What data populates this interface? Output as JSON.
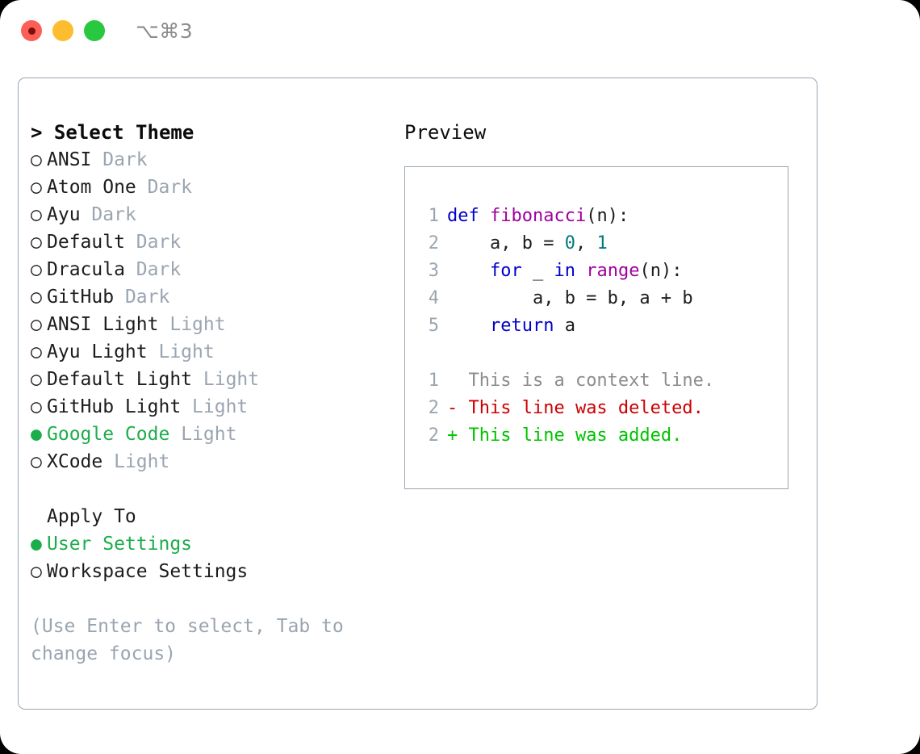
{
  "titlebar": {
    "traffic_lights": [
      "close-red",
      "minimize-yellow",
      "maximize-green"
    ],
    "shortcut": "⌥⌘3"
  },
  "theme_list": {
    "header": "> Select Theme",
    "items": [
      {
        "bullet": "○",
        "name": "ANSI",
        "kind": "Dark",
        "selected": false
      },
      {
        "bullet": "○",
        "name": "Atom One",
        "kind": "Dark",
        "selected": false
      },
      {
        "bullet": "○",
        "name": "Ayu",
        "kind": "Dark",
        "selected": false
      },
      {
        "bullet": "○",
        "name": "Default",
        "kind": "Dark",
        "selected": false
      },
      {
        "bullet": "○",
        "name": "Dracula",
        "kind": "Dark",
        "selected": false
      },
      {
        "bullet": "○",
        "name": "GitHub",
        "kind": "Dark",
        "selected": false
      },
      {
        "bullet": "○",
        "name": "ANSI Light",
        "kind": "Light",
        "selected": false
      },
      {
        "bullet": "○",
        "name": "Ayu Light",
        "kind": "Light",
        "selected": false
      },
      {
        "bullet": "○",
        "name": "Default Light",
        "kind": "Light",
        "selected": false
      },
      {
        "bullet": "○",
        "name": "GitHub Light",
        "kind": "Light",
        "selected": false
      },
      {
        "bullet": "●",
        "name": "Google Code",
        "kind": "Light",
        "selected": true
      },
      {
        "bullet": "○",
        "name": "XCode",
        "kind": "Light",
        "selected": false
      }
    ]
  },
  "apply_to": {
    "title": "Apply To",
    "items": [
      {
        "bullet": "●",
        "name": "User Settings",
        "selected": true
      },
      {
        "bullet": "○",
        "name": "Workspace Settings",
        "selected": false
      }
    ]
  },
  "hint": "(Use Enter to select, Tab to change focus)",
  "preview": {
    "label": "Preview",
    "code_lines": [
      {
        "num": "1",
        "tokens": [
          {
            "t": "def ",
            "c": "kw"
          },
          {
            "t": "fibonacci",
            "c": "fn"
          },
          {
            "t": "(n):",
            "c": "txt"
          }
        ]
      },
      {
        "num": "2",
        "tokens": [
          {
            "t": "    a, b = ",
            "c": "txt"
          },
          {
            "t": "0",
            "c": "num"
          },
          {
            "t": ", ",
            "c": "txt"
          },
          {
            "t": "1",
            "c": "num"
          }
        ]
      },
      {
        "num": "3",
        "tokens": [
          {
            "t": "    ",
            "c": "txt"
          },
          {
            "t": "for",
            "c": "kw"
          },
          {
            "t": " _ ",
            "c": "txt"
          },
          {
            "t": "in",
            "c": "kw"
          },
          {
            "t": " ",
            "c": "txt"
          },
          {
            "t": "range",
            "c": "fn"
          },
          {
            "t": "(n):",
            "c": "txt"
          }
        ]
      },
      {
        "num": "4",
        "tokens": [
          {
            "t": "        a, b = b, a + b",
            "c": "txt"
          }
        ]
      },
      {
        "num": "5",
        "tokens": [
          {
            "t": "    ",
            "c": "txt"
          },
          {
            "t": "return",
            "c": "kw"
          },
          {
            "t": " a",
            "c": "txt"
          }
        ]
      }
    ],
    "diff_lines": [
      {
        "num": "1",
        "marker": " ",
        "text": " This is a context line.",
        "kind": "ctx"
      },
      {
        "num": "2",
        "marker": "-",
        "text": " This line was deleted.",
        "kind": "del"
      },
      {
        "num": "2",
        "marker": "+",
        "text": " This line was added.",
        "kind": "add"
      }
    ]
  },
  "colors": {
    "accent_green": "#1cad4b",
    "muted": "#9aa5b1",
    "keyword": "#0000cc",
    "function": "#a0009f",
    "number": "#007a7a",
    "diff_deleted": "#cc0000",
    "diff_added": "#00c400",
    "diff_context": "#8c8c8c",
    "traffic_red": "#fb5f57",
    "traffic_yellow": "#fdbd2e",
    "traffic_green": "#28c840"
  }
}
